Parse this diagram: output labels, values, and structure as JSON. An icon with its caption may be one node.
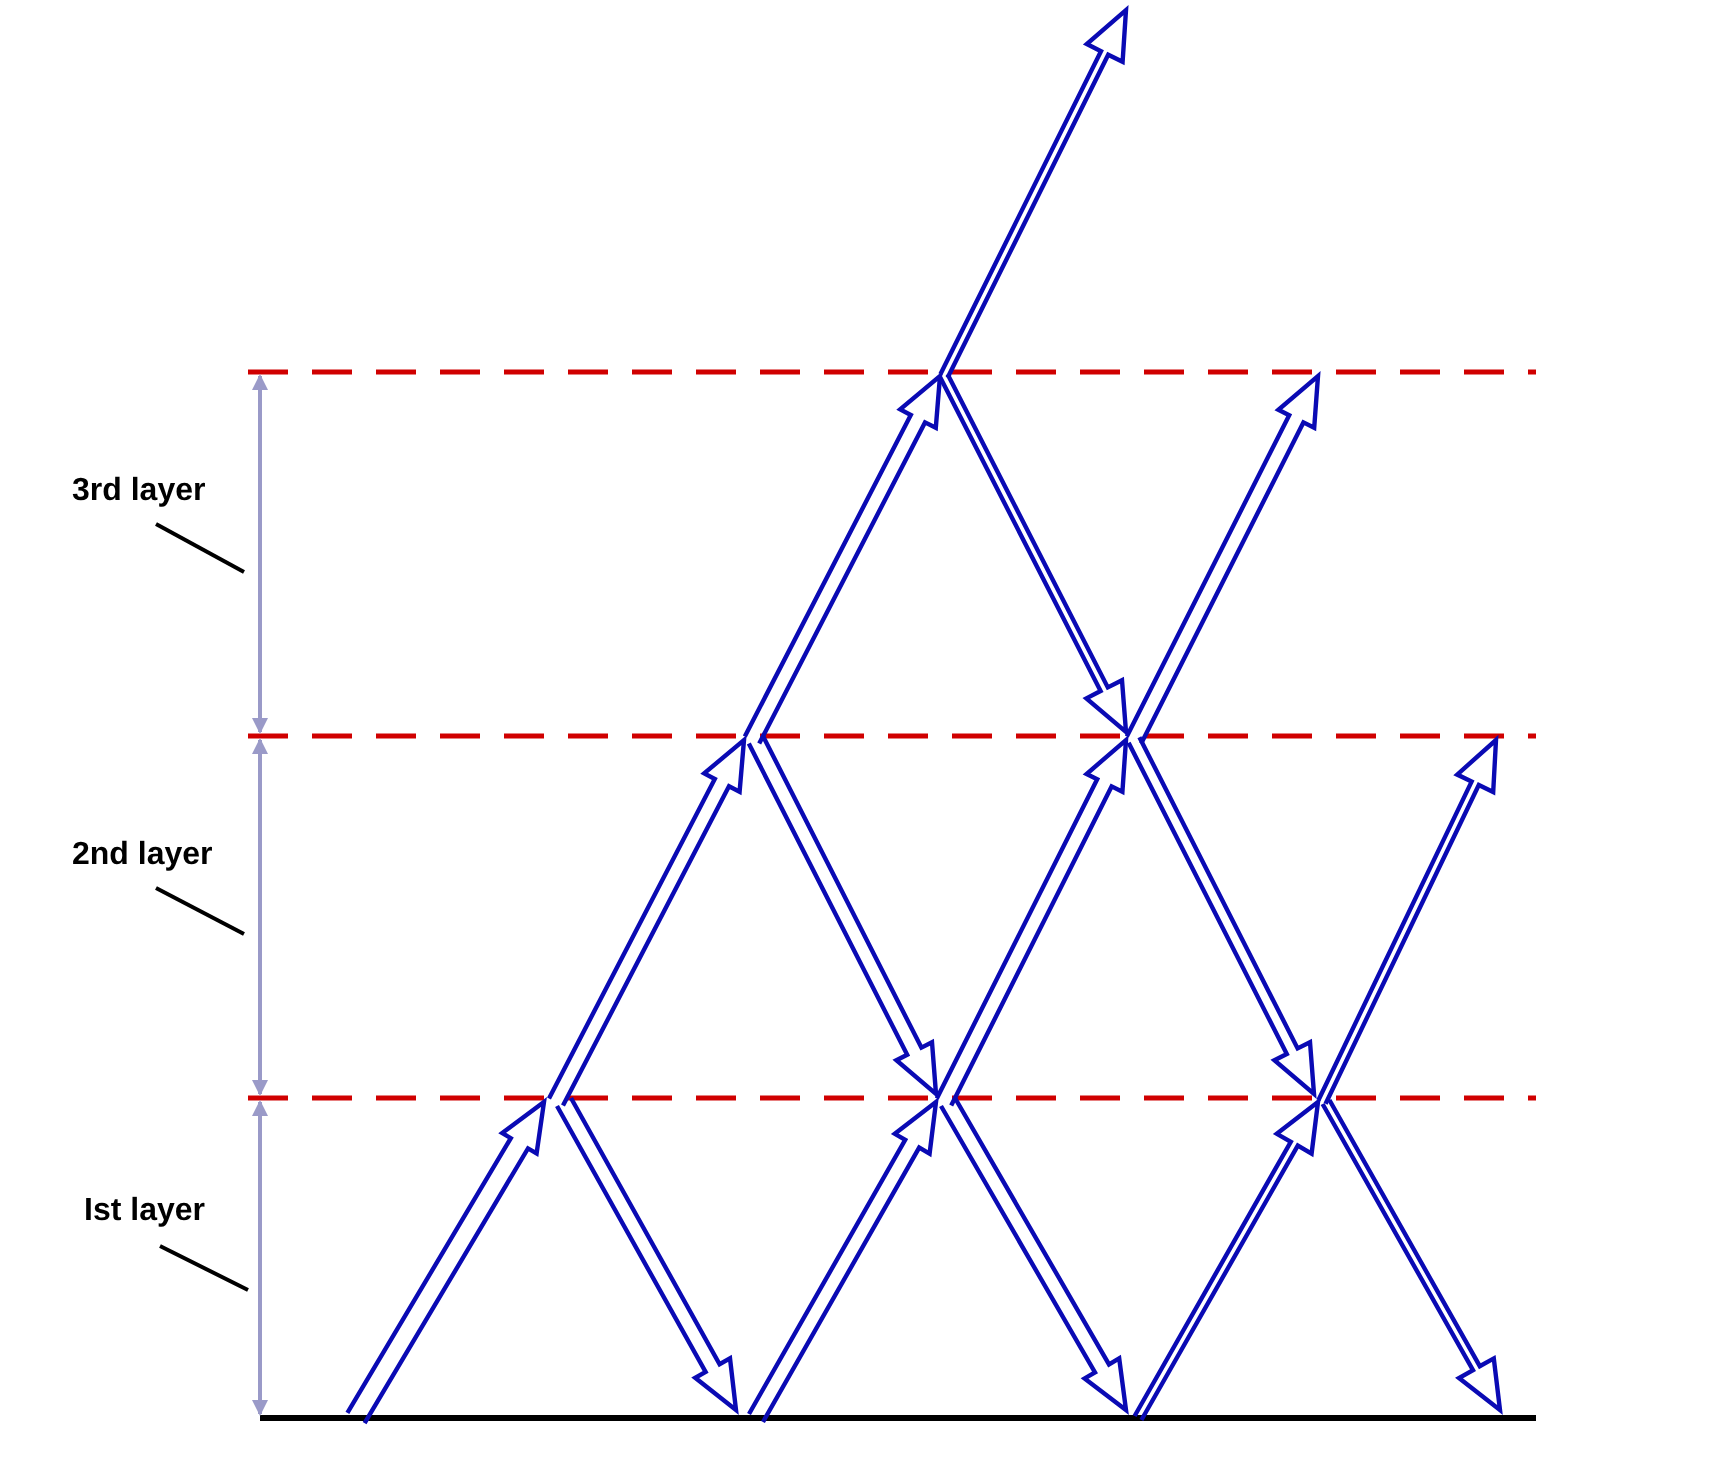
{
  "diagram": {
    "nodes": [
      {
        "text": [
          "3rd layer"
        ]
      },
      {
        "text": [
          "2nd layer"
        ]
      },
      {
        "text": [
          "Ist layer"
        ]
      }
    ],
    "edges": [
      {
        "from": 0,
        "to": null,
        "arrow": "none"
      },
      {
        "from": 1,
        "to": null,
        "arrow": "none"
      },
      {
        "from": 2,
        "to": null,
        "arrow": "none"
      }
    ]
  }
}
